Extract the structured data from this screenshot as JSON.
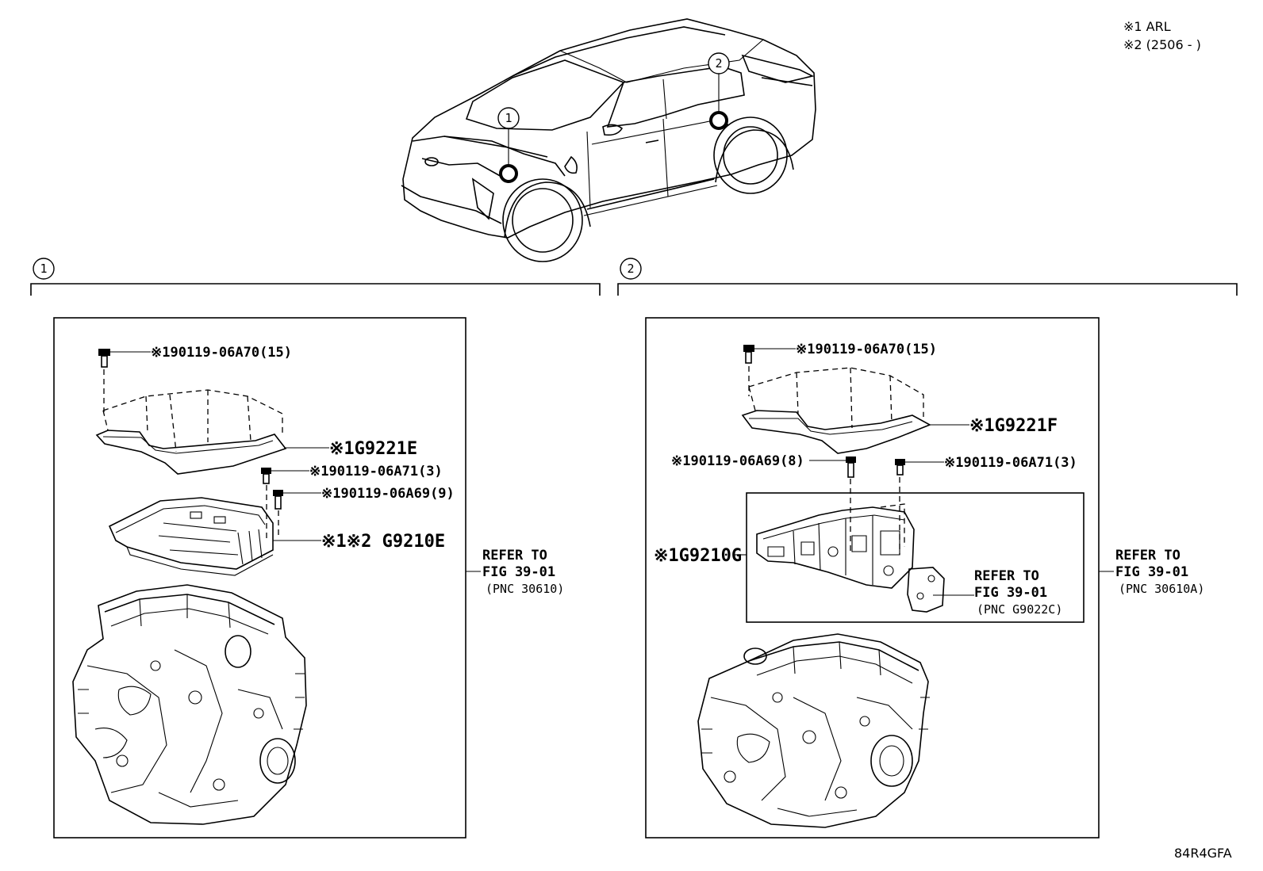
{
  "notes": {
    "note1": "※1 ARL",
    "note2": "※2 (2506 -        )"
  },
  "code": "84R4GFA",
  "callouts": [
    "1",
    "2"
  ],
  "sections": {
    "left": {
      "marker": "1",
      "parts": {
        "bolt_top": "※190119-06A70(15)",
        "pan": "※1G9221E",
        "bolt_a": "※190119-06A71(3)",
        "bolt_b": "※190119-06A69(9)",
        "valve_body": "※1※2 G9210E"
      },
      "refer": {
        "line1": "REFER TO",
        "line2": "FIG 39-01",
        "line3": "(PNC 30610)"
      }
    },
    "right": {
      "marker": "2",
      "parts": {
        "bolt_top": "※190119-06A70(15)",
        "pan": "※1G9221F",
        "bolt_a": "※190119-06A69(8)",
        "bolt_b": "※190119-06A71(3)",
        "valve_body": "※1G9210G"
      },
      "refer_inner": {
        "line1": "REFER TO",
        "line2": "FIG 39-01",
        "line3": "(PNC G9022C)"
      },
      "refer": {
        "line1": "REFER TO",
        "line2": "FIG 39-01",
        "line3": "(PNC 30610A)"
      }
    }
  }
}
